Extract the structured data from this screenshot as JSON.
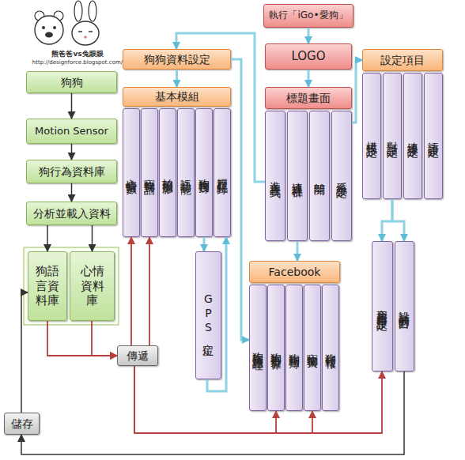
{
  "diagram": {
    "nodes": [
      {
        "text": [
          "狗狗"
        ]
      },
      {
        "text": [
          "Motion Sensor"
        ]
      },
      {
        "text": [
          "狗行為資料庫"
        ]
      },
      {
        "text": [
          "分析並載入資料"
        ]
      },
      {
        "text": [
          "狗語言資料庫"
        ]
      },
      {
        "text": [
          "心情資料庫"
        ]
      },
      {
        "text": [
          "傳遞"
        ]
      },
      {
        "text": [
          "儲存"
        ]
      },
      {
        "text": [
          "狗狗資料設定"
        ]
      },
      {
        "text": [
          "基本模組"
        ]
      },
      {
        "text": [
          "心情指數"
        ]
      },
      {
        "text": [
          "寵物對話"
        ]
      },
      {
        "text": [
          "拍照攝影"
        ]
      },
      {
        "text": [
          "語音功能"
        ]
      },
      {
        "text": [
          "狗狗搜尋"
        ]
      },
      {
        "text": [
          "歷程紀錄"
        ]
      },
      {
        "text": [
          "GPS定位"
        ]
      },
      {
        "text": [
          "執行「iGo•愛狗」"
        ]
      },
      {
        "text": [
          "LOGO"
        ]
      },
      {
        "text": [
          "標題畫面"
        ]
      },
      {
        "text": [
          "進入主程式"
        ]
      },
      {
        "text": [
          "連線社群"
        ]
      },
      {
        "text": [
          "離開"
        ]
      },
      {
        "text": [
          "系統設定"
        ]
      },
      {
        "text": [
          "設定項目"
        ]
      },
      {
        "text": [
          "模式設定"
        ]
      },
      {
        "text": [
          "對話設定"
        ]
      },
      {
        "text": [
          "連線設定"
        ]
      },
      {
        "text": [
          "語言設定"
        ]
      },
      {
        "text": [
          "Facebook"
        ]
      },
      {
        "text": [
          "狗狗資訊管理"
        ]
      },
      {
        "text": [
          "狗狗看世界"
        ]
      },
      {
        "text": [
          "狗狗相簿"
        ]
      },
      {
        "text": [
          "寵物聊天"
        ]
      },
      {
        "text": [
          "狗仔報報"
        ]
      },
      {
        "text": [
          "套用資料庫設定"
        ]
      },
      {
        "text": [
          "設計新的對白"
        ]
      }
    ],
    "edges": [
      {
        "from": 0,
        "to": 1,
        "arrow": "to"
      },
      {
        "from": 1,
        "to": 2,
        "arrow": "to"
      },
      {
        "from": 2,
        "to": 3,
        "arrow": "to"
      },
      {
        "from": 3,
        "to": 4,
        "arrow": "to"
      },
      {
        "from": 3,
        "to": 5,
        "arrow": "to"
      },
      {
        "from": 4,
        "to": 6,
        "arrow": "to"
      },
      {
        "from": 5,
        "to": 6,
        "arrow": "to"
      },
      {
        "from": 6,
        "to": 10,
        "arrow": "to"
      },
      {
        "from": 6,
        "to": 11,
        "arrow": "to"
      },
      {
        "from": 6,
        "to": 31,
        "arrow": "to"
      },
      {
        "from": 6,
        "to": 33,
        "arrow": "to"
      },
      {
        "from": 6,
        "to": 35,
        "arrow": "to"
      },
      {
        "from": 36,
        "to": 7,
        "arrow": "to"
      },
      {
        "from": 7,
        "to": 4,
        "arrow": "to"
      },
      {
        "from": 17,
        "to": 18,
        "arrow": "to"
      },
      {
        "from": 18,
        "to": 19,
        "arrow": "to"
      },
      {
        "from": 20,
        "to": 8,
        "arrow": "to"
      },
      {
        "from": 8,
        "to": 9,
        "arrow": "to"
      },
      {
        "from": 23,
        "to": 24,
        "arrow": "to"
      },
      {
        "from": 26,
        "to": 35,
        "arrow": "to"
      },
      {
        "from": 26,
        "to": 36,
        "arrow": "to"
      },
      {
        "from": 21,
        "to": 29,
        "arrow": "to"
      },
      {
        "from": 14,
        "to": 16,
        "arrow": "to"
      },
      {
        "from": 16,
        "to": 15,
        "arrow": "to"
      },
      {
        "from": 8,
        "to": 30,
        "arrow": "to"
      }
    ],
    "labels": [
      "熊爸爸vs兔眼眼",
      "http://designforce.blogspot.com/"
    ]
  }
}
